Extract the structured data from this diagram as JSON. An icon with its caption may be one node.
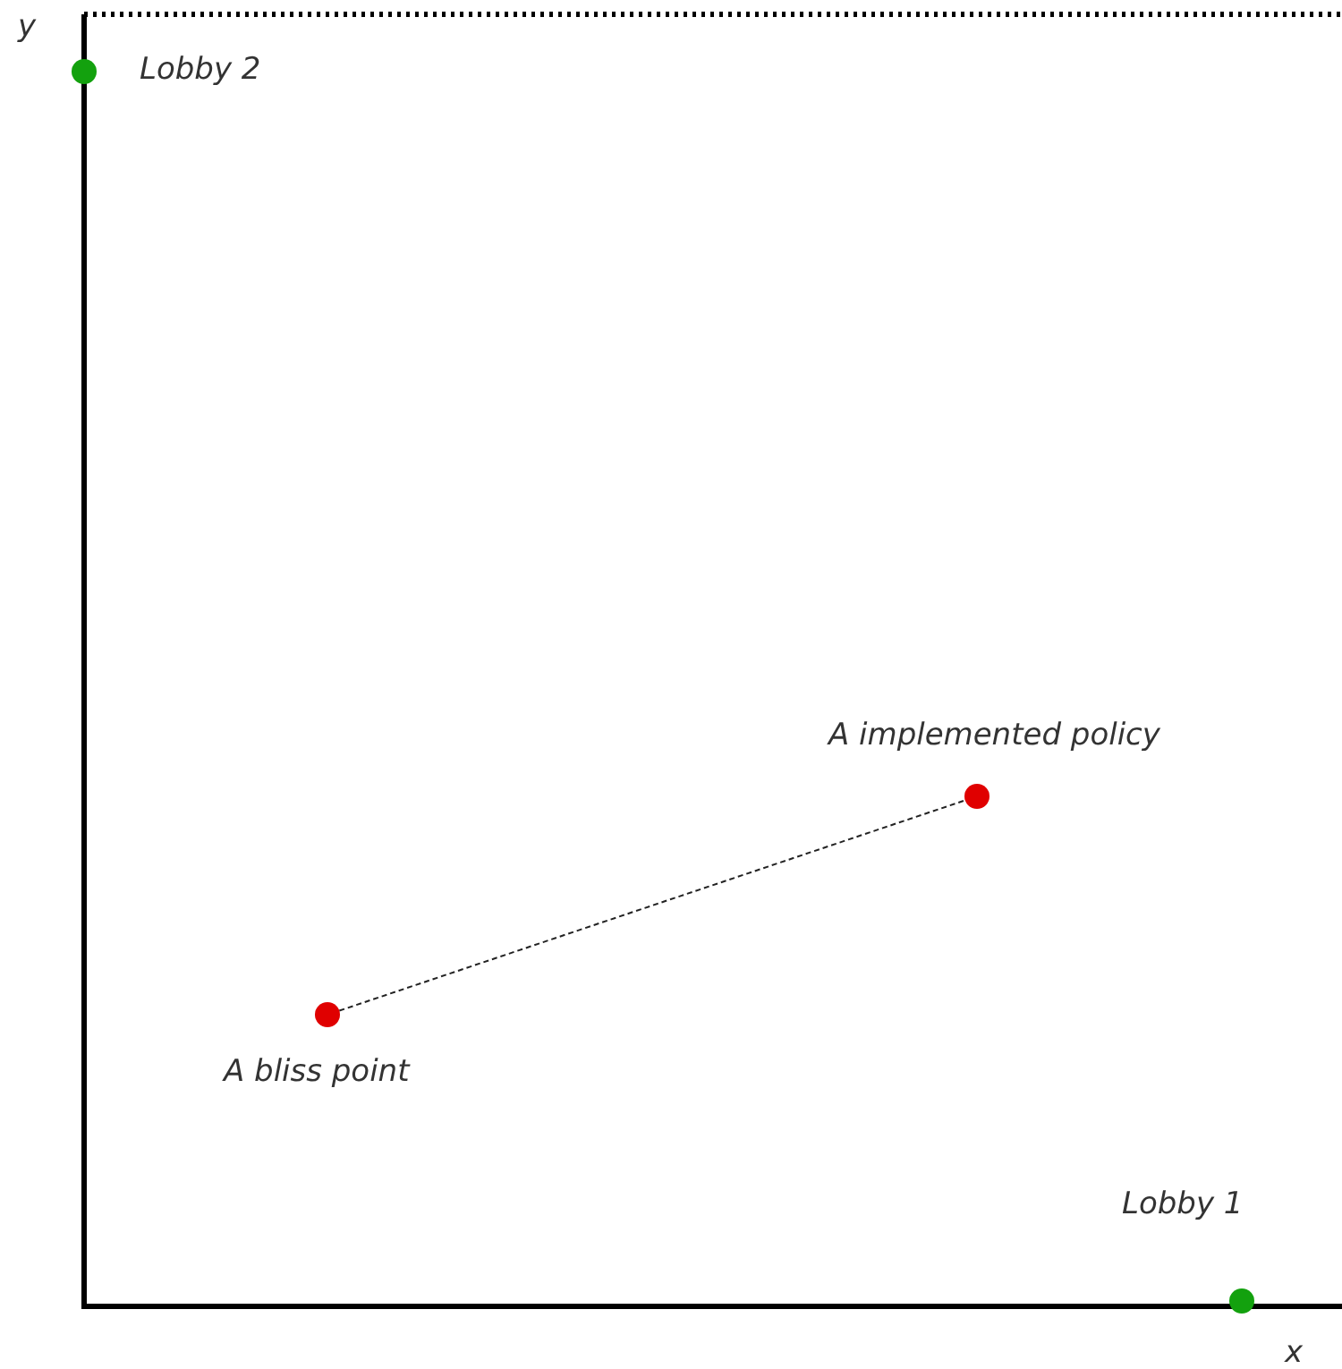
{
  "diagram": {
    "nodes": [
      {
        "text": [],
        "shape": "circle",
        "beside": [
          "Lobby 2"
        ]
      },
      {
        "text": [],
        "shape": "circle",
        "beside": [
          "A implemented policy"
        ]
      },
      {
        "text": [],
        "shape": "circle",
        "beside": [
          "A bliss point"
        ]
      },
      {
        "text": [],
        "shape": "circle",
        "beside": [
          "Lobby 1"
        ]
      }
    ],
    "edges": [
      {
        "from": 2,
        "to": 1,
        "arrow": "none",
        "style": "dashed"
      }
    ],
    "labels": [
      "y",
      "x"
    ]
  }
}
